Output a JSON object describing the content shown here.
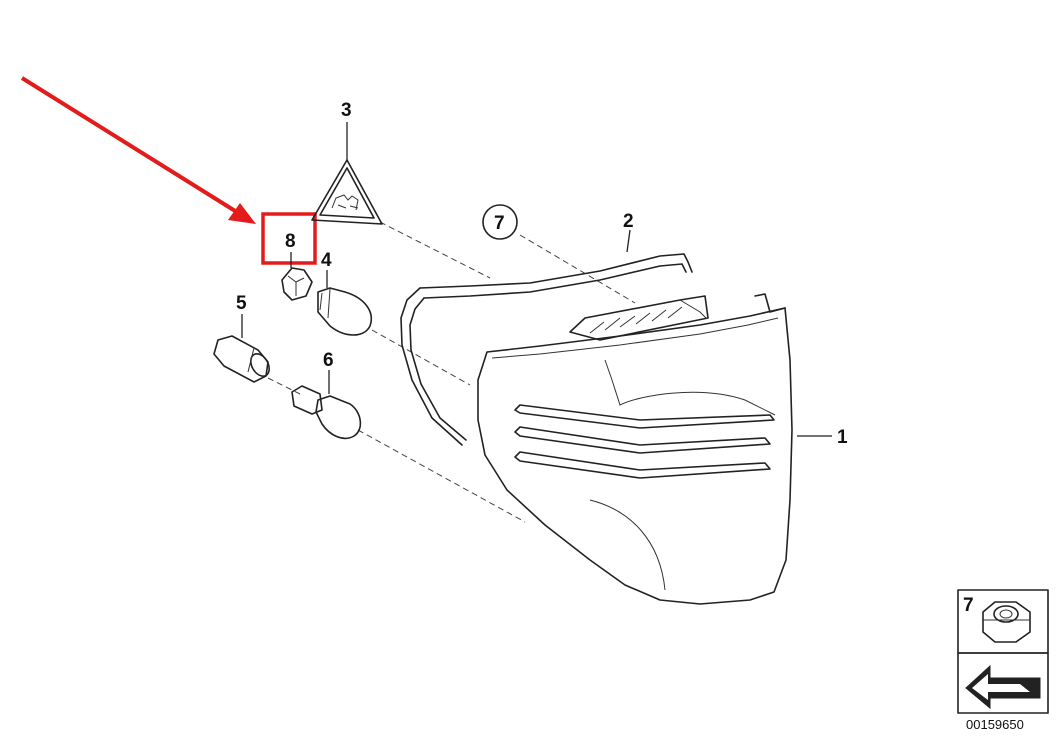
{
  "diagram": {
    "callouts": [
      {
        "id": "1",
        "text": "1"
      },
      {
        "id": "2",
        "text": "2"
      },
      {
        "id": "3",
        "text": "3"
      },
      {
        "id": "4",
        "text": "4"
      },
      {
        "id": "5",
        "text": "5"
      },
      {
        "id": "6",
        "text": "6"
      },
      {
        "id": "7",
        "text": "7"
      },
      {
        "id": "8",
        "text": "8"
      }
    ],
    "highlighted_part": "8",
    "legend_box": {
      "part_number": "7",
      "icon": "hex-nut-icon",
      "direction_icon": "arrow-icon"
    },
    "diagram_number": "00159650"
  },
  "colors": {
    "highlight": "#e31b1b",
    "line": "#222222",
    "background": "#ffffff"
  }
}
